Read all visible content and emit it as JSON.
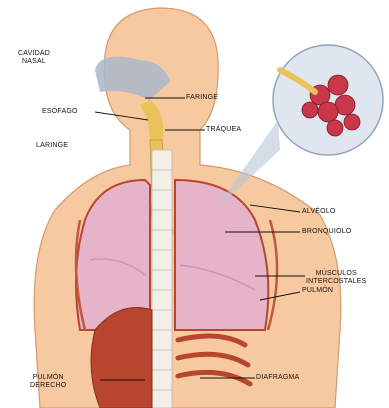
{
  "labels": [
    {
      "id": "cavidad-nasal",
      "text": "CAVIDAD\nNASAL"
    },
    {
      "id": "faringe",
      "text": "FARINGE"
    },
    {
      "id": "esofago",
      "text": "ESÓFAGO"
    },
    {
      "id": "laringe",
      "text": "LARINGE"
    },
    {
      "id": "traquea",
      "text": "TRÁQUEA"
    },
    {
      "id": "alveolo",
      "text": "ALVÉOLO"
    },
    {
      "id": "bronquiolo",
      "text": "BRONQUIOLO"
    },
    {
      "id": "musculos-intercostales",
      "text": "MÚSCULOS\nINTERCOSTALES"
    },
    {
      "id": "pulmon",
      "text": "PULMÓN"
    },
    {
      "id": "pulmon-derecho",
      "text": "PULMÓN\nDERECHO"
    },
    {
      "id": "diafragma",
      "text": "DIAFRAGMA"
    }
  ],
  "colors": {
    "skin": "#f7c9a0",
    "skin_edge": "#d79a6a",
    "airway": "#e9c25a",
    "lung": "#e6b3c8",
    "lung_lobe": "#d98fb0",
    "rib": "#c0583b",
    "spine": "#f3efe8",
    "muscle": "#b8452e",
    "nasal": "#a9b7c9",
    "alveoli": "#c8374a"
  }
}
